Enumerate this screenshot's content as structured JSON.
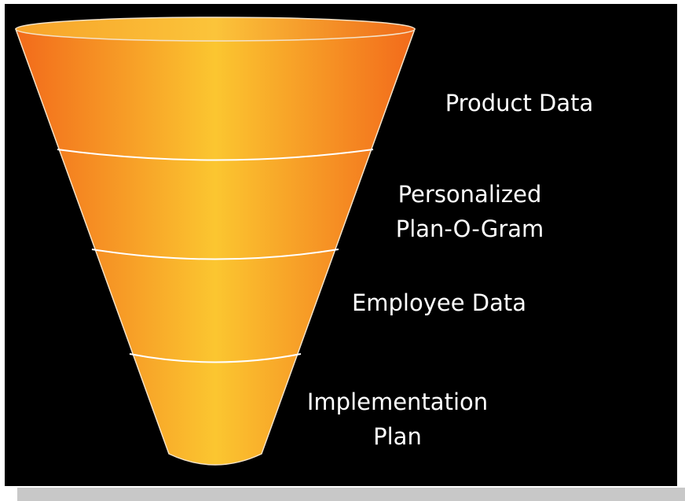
{
  "colors": {
    "background": "#000000",
    "funnel_edge": "#f26a1b",
    "funnel_center": "#fbc630",
    "divider": "#ffffff",
    "label_text": "#ffffff"
  },
  "stages": [
    {
      "label_line1": "Product Data",
      "label_line2": ""
    },
    {
      "label_line1": "Personalized",
      "label_line2": "Plan-O-Gram"
    },
    {
      "label_line1": "Employee Data",
      "label_line2": ""
    },
    {
      "label_line1": "Implementation",
      "label_line2": "Plan"
    }
  ]
}
